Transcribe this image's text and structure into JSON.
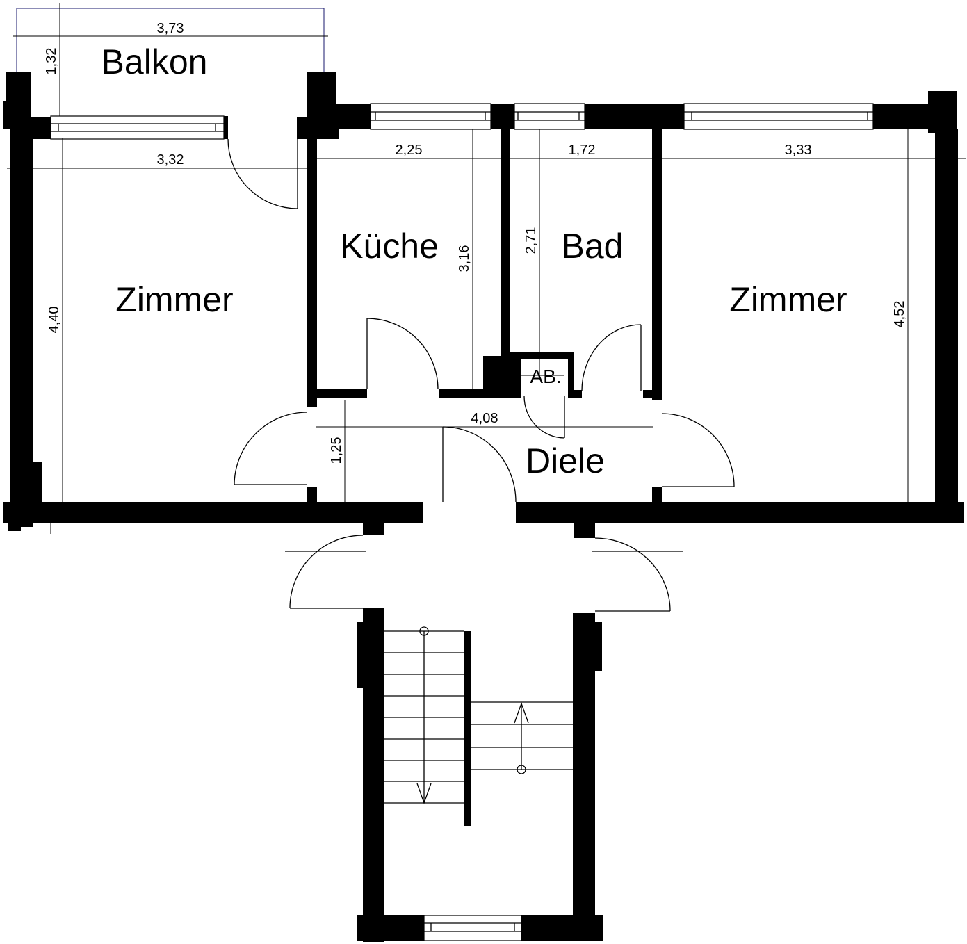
{
  "floor_plan": {
    "rooms": [
      {
        "id": "balkon",
        "label": "Balkon"
      },
      {
        "id": "zimmer-left",
        "label": "Zimmer"
      },
      {
        "id": "kueche",
        "label": "Küche"
      },
      {
        "id": "bad",
        "label": "Bad"
      },
      {
        "id": "zimmer-right",
        "label": "Zimmer"
      },
      {
        "id": "diele",
        "label": "Diele"
      },
      {
        "id": "abstellraum",
        "label": "AB."
      }
    ],
    "dimensions": {
      "balkon_width": "3,73",
      "balkon_depth": "1,32",
      "zimmer_left_width": "3,32",
      "zimmer_left_depth": "4,40",
      "kueche_width": "2,25",
      "kueche_depth": "3,16",
      "bad_width": "1,72",
      "bad_depth": "2,71",
      "zimmer_right_width": "3,33",
      "zimmer_right_depth": "4,52",
      "diele_width": "4,08",
      "diele_depth": "1,25"
    },
    "colors": {
      "wall": "#000000",
      "background": "#ffffff",
      "balkon_outline": "#1a1a6e"
    }
  }
}
